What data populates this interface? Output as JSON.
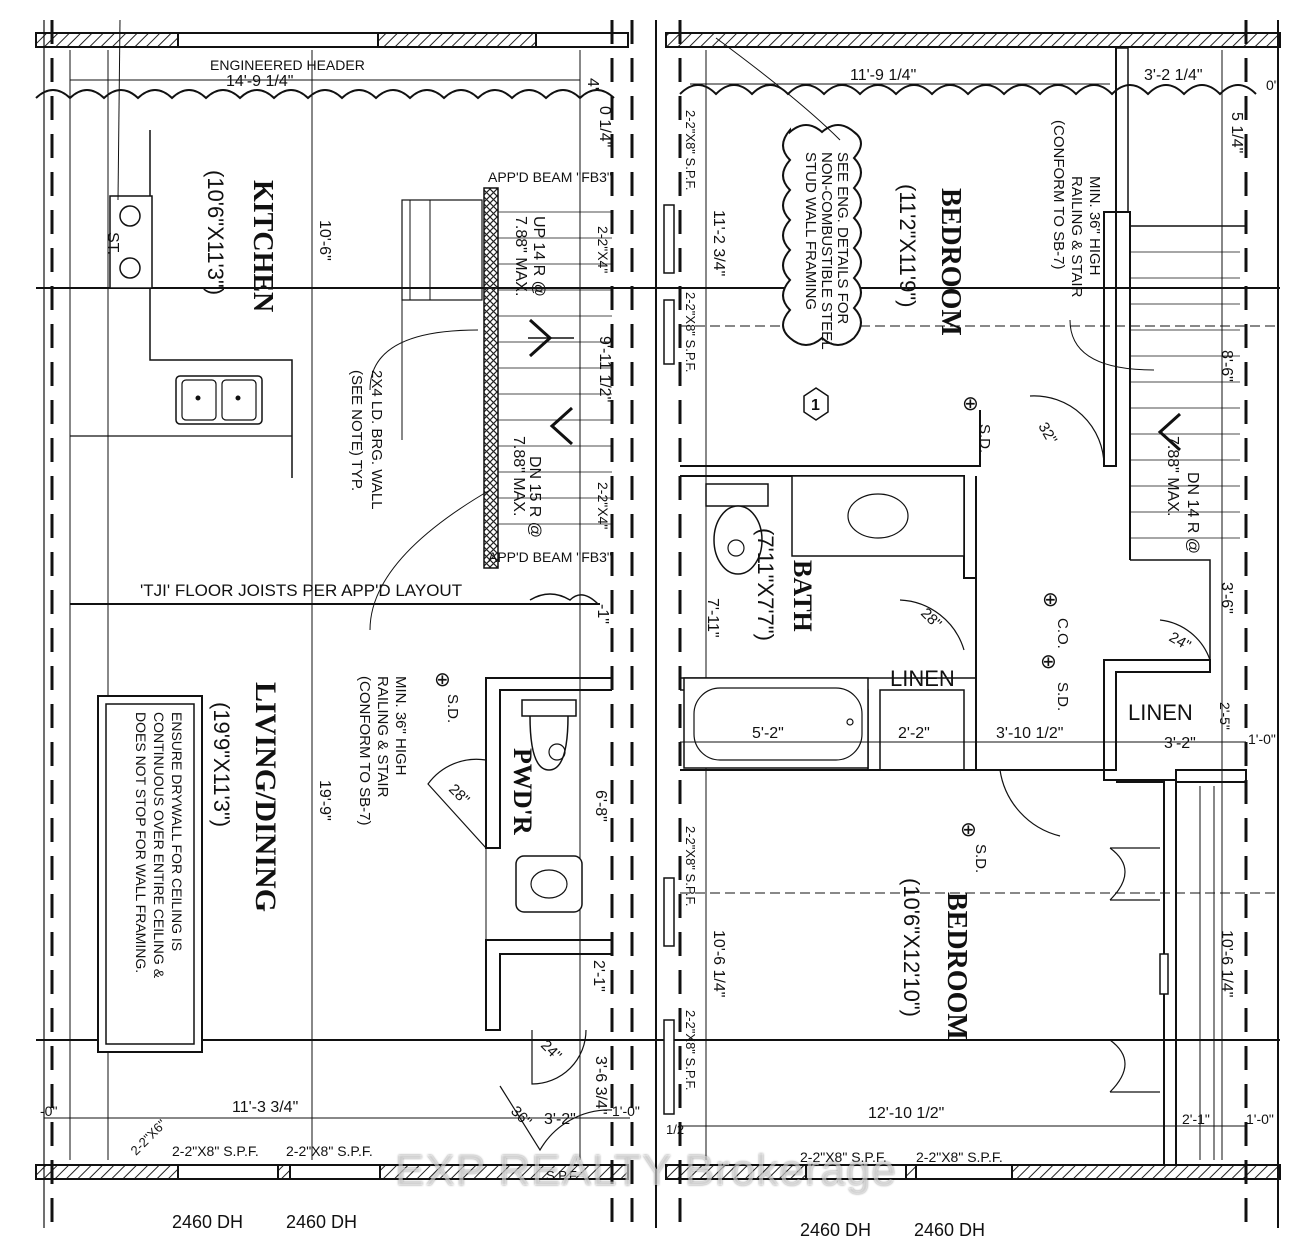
{
  "left": {
    "engineered_header": "ENGINEERED HEADER",
    "header_dim": "14'-9 1/4\"",
    "kitchen_name": "KITCHEN",
    "kitchen_size": "(10'6\"X11'3\")",
    "stove": "ST.",
    "dim_10_6": "10'-6\"",
    "beam_top": "APP'D BEAM \"FB3\"",
    "beam_bottom": "APP'D BEAM \"FB3\"",
    "stair_up": "UP 14 R @",
    "stair_up_max": "7.88\" MAX.",
    "stair_dn": "DN 15 R @",
    "stair_dn_max": "7.88\" MAX.",
    "dim_2_2_a": "2-2\"X4\"",
    "dim_2_2_b": "2-2\"X4\"",
    "dim_9_11": "9'-11 1/2\"",
    "dim_0_1_4": "0 1/4\"",
    "dim_4": "4'",
    "brg_wall_1": "2X4 LD. BRG. WALL",
    "brg_wall_2": "(SEE NOTE) TYP.",
    "joists": "'TJI' FLOOR JOISTS PER APP'D LAYOUT",
    "dim_1": "-1\"",
    "living_name": "LIVING/DINING",
    "living_size": "(19'9\"X11'3\")",
    "dim_19_9": "19'-9\"",
    "rail_1": "MIN. 36\" HIGH",
    "rail_2": "RAILING & STAIR",
    "rail_3": "(CONFORM TO SB-7)",
    "sd": "S.D.",
    "note_1": "ENSURE DRYWALL FOR CEILING IS",
    "note_2": "CONTINUOUS OVER ENTIRE CEILING &",
    "note_3": "DOES NOT STOP FOR WALL FRAMING.",
    "pwdr_name": "PWD'R",
    "door_28": "28\"",
    "door_24": "24\"",
    "door_36": "36\"",
    "dim_6_8": "6'-8\"",
    "dim_2_1": "2'-1\"",
    "dim_3_6": "3'-6 3/4\"",
    "dim_3_2": "3'-2\"",
    "dim_11_3": "11'-3 3/4\"",
    "dim_1_0": "1'-0\"",
    "dim_edge": "-0\"",
    "lintel_1": "2-2\"X8\" S.P.F.",
    "lintel_2": "2-2\"X8\" S.P.F.",
    "lintel_3": "S.P.F.",
    "lintel_diag": "2-2\"X6\"",
    "win_1": "2460 DH",
    "win_2": "2460 DH"
  },
  "right": {
    "dim_11_9": "11'-9 1/4\"",
    "dim_3_2_top": "3'-2 1/4\"",
    "dim_0": "0\"",
    "dim_5_1_4": "5 1/4\"",
    "bed1_name": "BEDROOM",
    "bed1_size": "(11'2\"X11'9\")",
    "eng_1": "SEE ENG. DETAILS FOR",
    "eng_2": "NON-COMBUSTIBLE STEEL",
    "eng_3": "STUD WALL FRAMING",
    "eng_num": "1",
    "spf_1": "2-2\"X8\" S.P.F.",
    "spf_2": "2-2\"X8\" S.P.F.",
    "spf_3": "2-2\"X8\" S.P.F.",
    "spf_4": "2-2\"X8\" S.P.F.",
    "dim_11_2": "11'-2 3/4\"",
    "rail_1": "MIN. 36\" HIGH",
    "rail_2": "RAILING & STAIR",
    "rail_3": "(CONFORM TO SB-7)",
    "dim_8_6": "8'-6\"",
    "stair_dn": "DN 14 R @",
    "stair_max": "7.88\" MAX.",
    "sd": "S.D.",
    "door_32": "32\"",
    "bath_name": "BATH",
    "bath_size": "(7'11\"X7'7\")",
    "dim_7_11": "7'-11\"",
    "door_28": "28\"",
    "co": "C.O.",
    "door_24": "24\"",
    "dim_3_6": "3'-6\"",
    "linen_1": "LINEN",
    "linen_2": "LINEN",
    "dim_5_2": "5'-2\"",
    "dim_2_2": "2'-2\"",
    "dim_3_10": "3'-10 1/2\"",
    "dim_3_2b": "3'-2\"",
    "dim_2_5": "2'-5\"",
    "dim_1_0": "1'-0\"",
    "bed2_name": "BEDROOM",
    "bed2_size": "(10'6\"X12'10\")",
    "dim_10_6_left": "10'-6 1/4\"",
    "dim_10_6_right": "10'-6 1/4\"",
    "dim_12_10": "12'-10 1/2\"",
    "dim_2_1": "2'-1\"",
    "dim_1_0b": "1'-0\"",
    "dim_1_2": "1/2",
    "win_1": "2460 DH",
    "win_2": "2460 DH"
  },
  "watermark": "EXP REALTY Brokerage"
}
